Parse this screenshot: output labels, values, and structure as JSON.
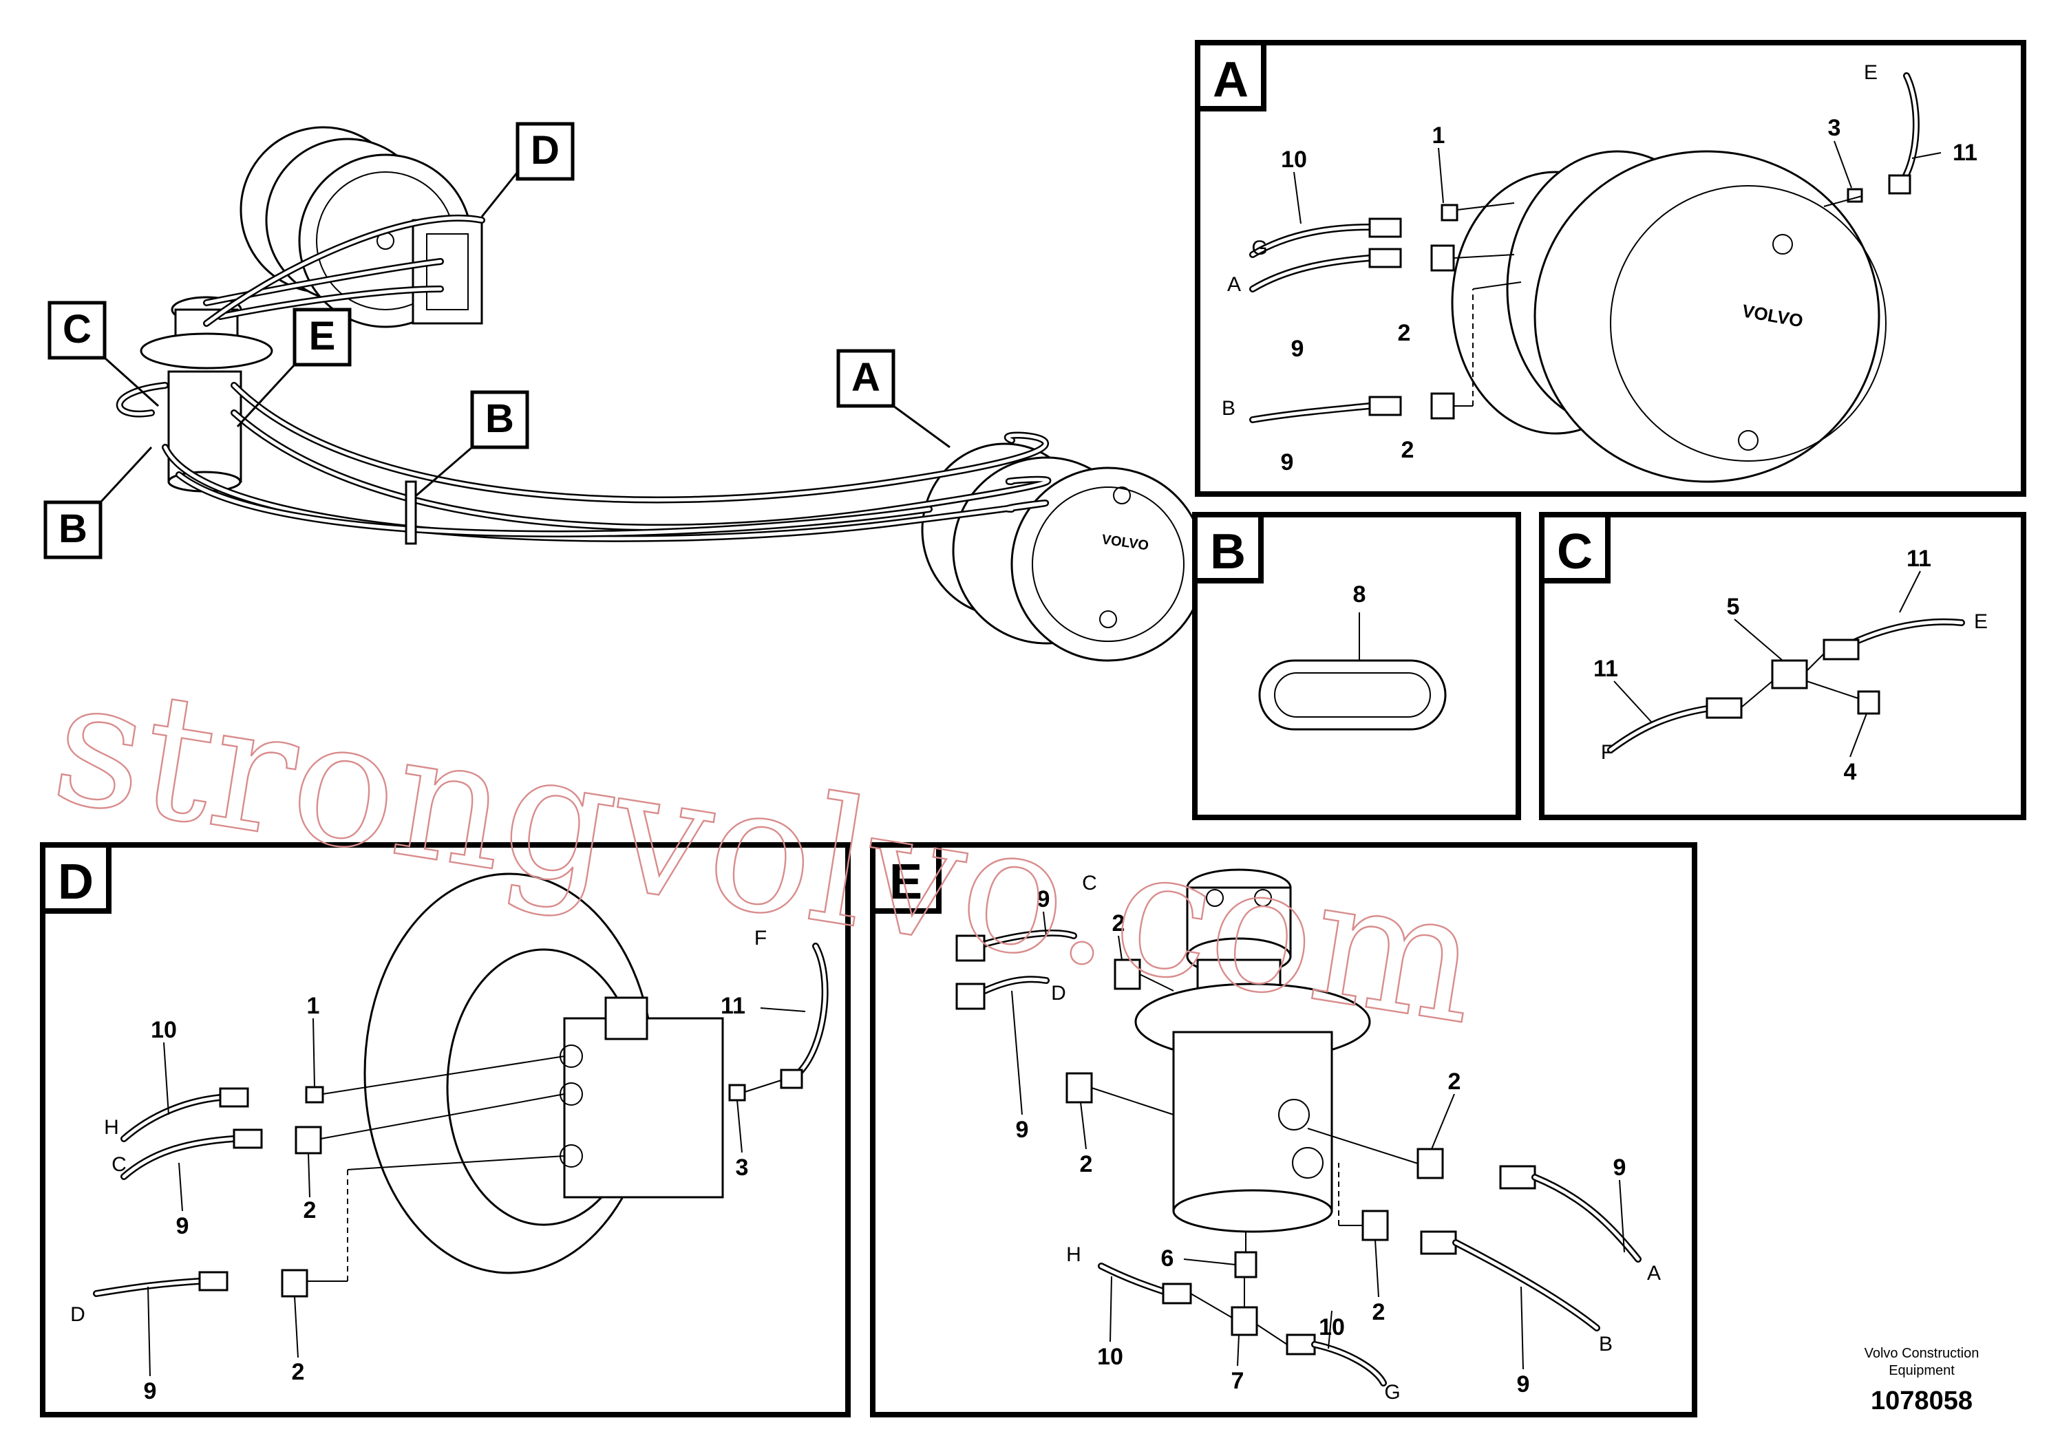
{
  "overview": {
    "callouts": [
      "A",
      "B",
      "B",
      "C",
      "D",
      "E"
    ],
    "brand_mark": "VOLVO"
  },
  "panels": {
    "A": {
      "title": "A",
      "brand_mark": "VOLVO",
      "labels": [
        "10",
        "1",
        "G",
        "A",
        "9",
        "2",
        "B",
        "9",
        "2",
        "3",
        "E",
        "11"
      ]
    },
    "B": {
      "title": "B",
      "labels": [
        "8"
      ]
    },
    "C": {
      "title": "C",
      "labels": [
        "11",
        "5",
        "E",
        "11",
        "F",
        "4"
      ]
    },
    "D": {
      "title": "D",
      "labels": [
        "10",
        "1",
        "H",
        "C",
        "9",
        "2",
        "F",
        "11",
        "3",
        "D",
        "9",
        "2"
      ]
    },
    "E": {
      "title": "E",
      "labels": [
        "9",
        "C",
        "2",
        "D",
        "9",
        "2",
        "2",
        "9",
        "A",
        "6",
        "H",
        "10",
        "10",
        "2",
        "B",
        "9",
        "7",
        "G"
      ]
    }
  },
  "watermark": "strongvolvo.com",
  "footer": {
    "company_line1": "Volvo Construction",
    "company_line2": "Equipment",
    "drawing_number": "1078058"
  },
  "colors": {
    "line": "#000000",
    "background": "#ffffff",
    "watermark": "#d98c8c"
  }
}
